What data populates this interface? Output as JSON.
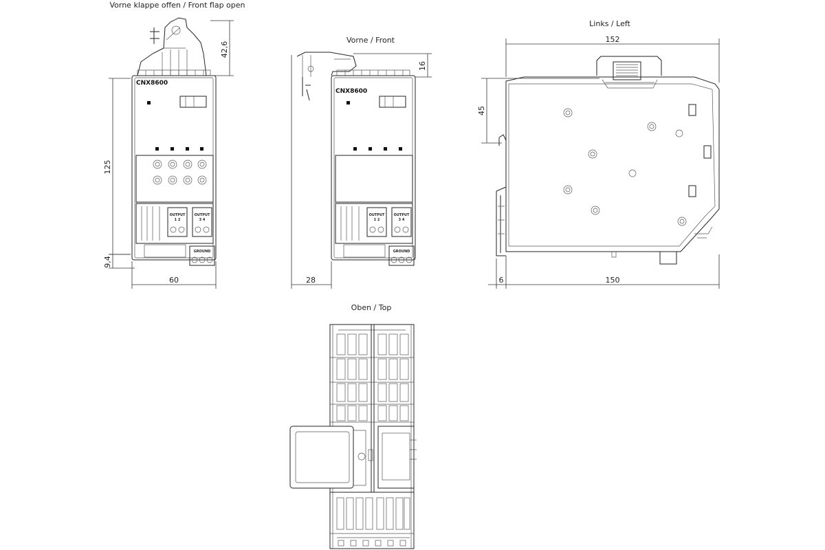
{
  "views": {
    "front_open": {
      "title": "Vorne klappe offen / Front flap open"
    },
    "front": {
      "title": "Vorne / Front"
    },
    "left": {
      "title": "Links / Left"
    },
    "top": {
      "title": "Oben / Top"
    }
  },
  "device": {
    "model": "CNX8600",
    "output_12_label": "OUTPUT",
    "output_12_pins": "1  2",
    "output_34_label": "OUTPUT",
    "output_34_pins": "3  4",
    "ground_label": "GROUND"
  },
  "dimensions": {
    "flap_height": "42,6",
    "overall_height": "125",
    "bottom_offset": "9,4",
    "width": "60",
    "front_flap_height": "16",
    "depth_front": "28",
    "left_top_width": "152",
    "left_height_upper": "45",
    "left_bottom_offset": "6",
    "left_bottom_width": "150"
  }
}
